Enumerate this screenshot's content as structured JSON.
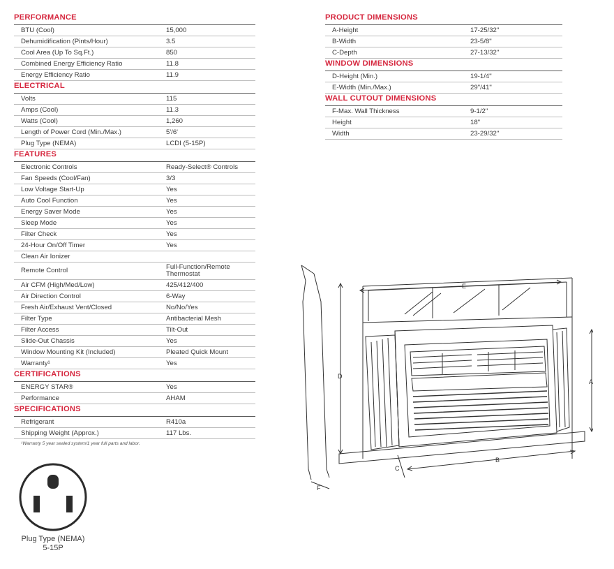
{
  "left_sections": [
    {
      "title": "PERFORMANCE",
      "rows": [
        {
          "k": "BTU (Cool)",
          "v": "15,000"
        },
        {
          "k": "Dehumidification (Pints/Hour)",
          "v": "3.5"
        },
        {
          "k": "Cool Area (Up To Sq.Ft.)",
          "v": "850"
        },
        {
          "k": "Combined Energy Efficiency Ratio",
          "v": "11.8"
        },
        {
          "k": "Energy Efficiency Ratio",
          "v": "11.9"
        }
      ]
    },
    {
      "title": "ELECTRICAL",
      "rows": [
        {
          "k": "Volts",
          "v": "115"
        },
        {
          "k": "Amps (Cool)",
          "v": "11.3"
        },
        {
          "k": "Watts (Cool)",
          "v": "1,260"
        },
        {
          "k": "Length of Power Cord (Min./Max.)",
          "v": "5'/6'"
        },
        {
          "k": "Plug Type (NEMA)",
          "v": "LCDI (5-15P)"
        }
      ]
    },
    {
      "title": "FEATURES",
      "rows": [
        {
          "k": "Electronic Controls",
          "v": "Ready-Select® Controls"
        },
        {
          "k": "Fan Speeds (Cool/Fan)",
          "v": "3/3"
        },
        {
          "k": "Low Voltage Start-Up",
          "v": "Yes"
        },
        {
          "k": "Auto Cool Function",
          "v": "Yes"
        },
        {
          "k": "Energy Saver Mode",
          "v": "Yes"
        },
        {
          "k": "Sleep Mode",
          "v": "Yes"
        },
        {
          "k": "Filter Check",
          "v": "Yes"
        },
        {
          "k": "24-Hour On/Off Timer",
          "v": "Yes"
        },
        {
          "k": "Clean Air Ionizer",
          "v": ""
        },
        {
          "k": "Remote Control",
          "v": "Full-Function/Remote Thermostat",
          "tall": true
        },
        {
          "k": "Air CFM (High/Med/Low)",
          "v": "425/412/400"
        },
        {
          "k": "Air Direction Control",
          "v": "6-Way"
        },
        {
          "k": "Fresh Air/Exhaust Vent/Closed",
          "v": "No/No/Yes"
        },
        {
          "k": "Filter Type",
          "v": "Antibacterial Mesh"
        },
        {
          "k": "Filter Access",
          "v": "Tilt-Out"
        },
        {
          "k": "Slide-Out Chassis",
          "v": "Yes"
        },
        {
          "k": "Window Mounting Kit (Included)",
          "v": "Pleated Quick Mount"
        },
        {
          "k": "Warranty¹",
          "v": "Yes"
        }
      ]
    },
    {
      "title": "CERTIFICATIONS",
      "rows": [
        {
          "k": "ENERGY STAR®",
          "v": "Yes"
        },
        {
          "k": "Performance",
          "v": "AHAM"
        }
      ]
    },
    {
      "title": "SPECIFICATIONS",
      "rows": [
        {
          "k": "Refrigerant",
          "v": "R410a"
        },
        {
          "k": "Shipping Weight (Approx.)",
          "v": "117 Lbs."
        }
      ]
    }
  ],
  "footnote": "¹Warranty 5 year sealed system/1 year full parts and labor.",
  "right_sections": [
    {
      "title": "PRODUCT DIMENSIONS",
      "rows": [
        {
          "k": "A-Height",
          "v": "17-25/32\""
        },
        {
          "k": "B-Width",
          "v": "23-5/8\""
        },
        {
          "k": "C-Depth",
          "v": "27-13/32\""
        }
      ]
    },
    {
      "title": "WINDOW DIMENSIONS",
      "rows": [
        {
          "k": "D-Height (Min.)",
          "v": "19-1/4\""
        },
        {
          "k": "E-Width (Min./Max.)",
          "v": "29\"/41\""
        }
      ]
    },
    {
      "title": "WALL CUTOUT DIMENSIONS",
      "rows": [
        {
          "k": "F-Max. Wall Thickness",
          "v": "9-1/2\""
        },
        {
          "k": "Height",
          "v": "18\""
        },
        {
          "k": "Width",
          "v": "23-29/32\""
        }
      ]
    }
  ],
  "plug": {
    "caption_line1": "Plug Type (NEMA)",
    "caption_line2": "5-15P"
  },
  "diagram": {
    "label_a": "A",
    "label_b": "B",
    "label_c": "C",
    "label_d": "D",
    "label_e": "E",
    "label_f": "F"
  }
}
